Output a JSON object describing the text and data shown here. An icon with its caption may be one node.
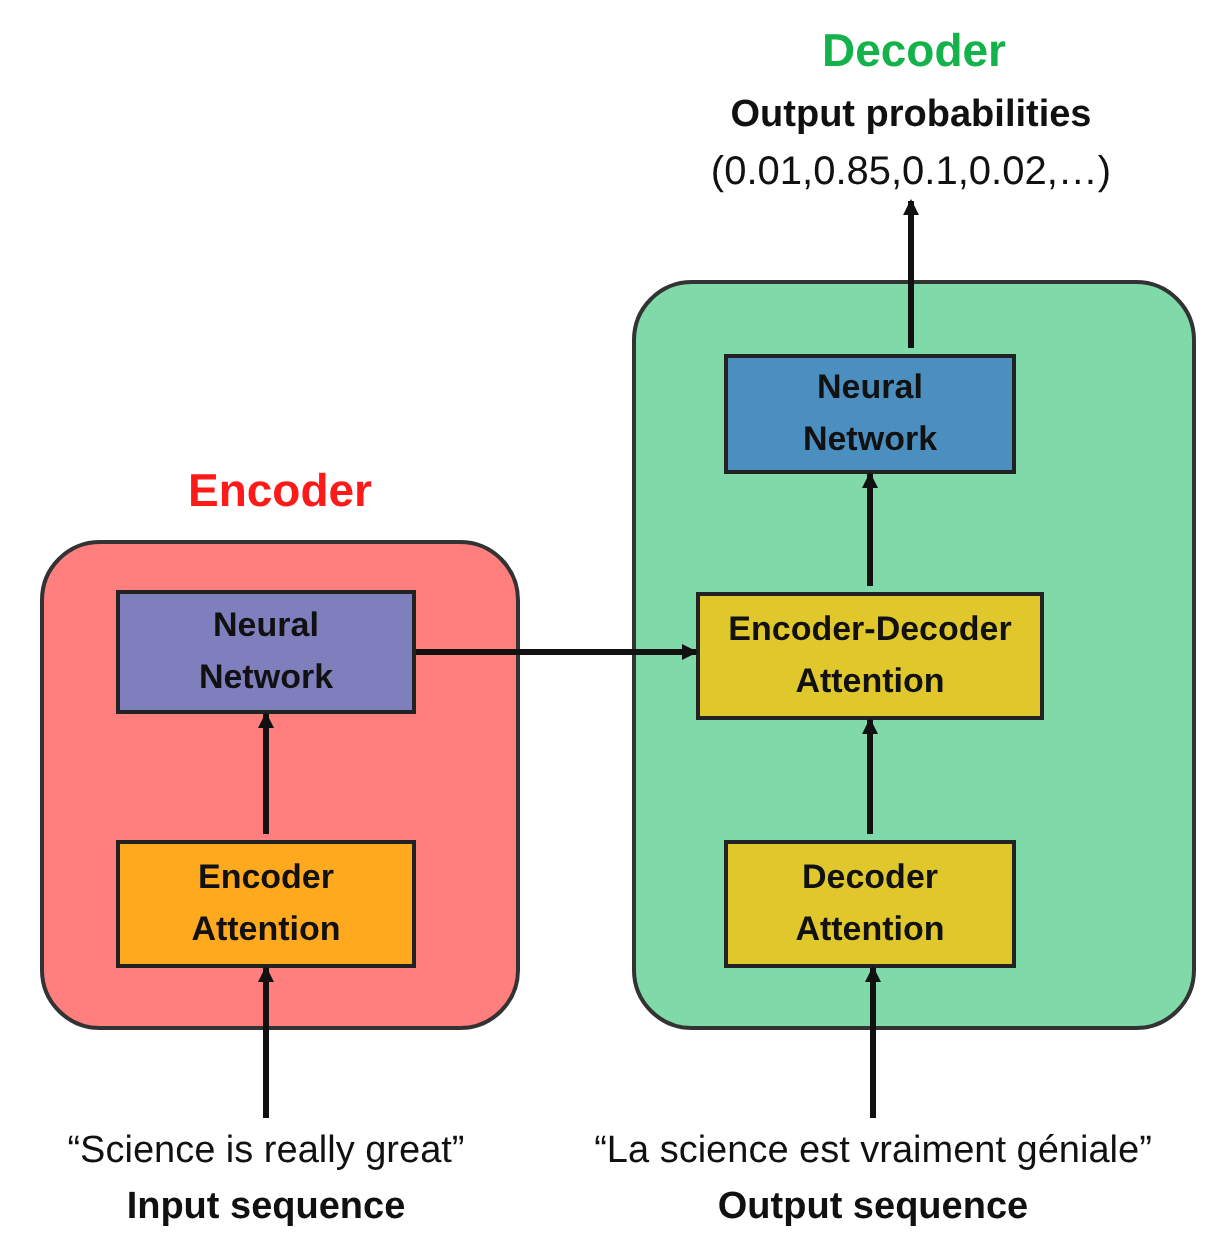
{
  "diagram": {
    "nodes": [
      {
        "text": [
          "Encoder"
        ]
      },
      {
        "text": [
          "Neural Network"
        ],
        "in": 0
      },
      {
        "text": [
          "Encoder Attention"
        ],
        "in": 0
      },
      {
        "text": [
          "Decoder"
        ]
      },
      {
        "text": [
          "Neural Network"
        ],
        "in": 3
      },
      {
        "text": [
          "Encoder-Decoder Attention"
        ],
        "in": 3
      },
      {
        "text": [
          "Decoder Attention"
        ],
        "in": 3
      },
      {
        "text": [
          "“Science is really great”",
          "Input sequence"
        ]
      },
      {
        "text": [
          "“La science est vraiment géniale”",
          "Output sequence"
        ]
      },
      {
        "text": [
          "Output probabilities",
          "(0.01,0.85,0.1,0.02,…)"
        ]
      }
    ],
    "edges": [
      {
        "from": 7,
        "to": 2,
        "arrow": "to"
      },
      {
        "from": 2,
        "to": 1,
        "arrow": "to"
      },
      {
        "from": 1,
        "to": 5,
        "arrow": "to"
      },
      {
        "from": 8,
        "to": 6,
        "arrow": "to"
      },
      {
        "from": 6,
        "to": 5,
        "arrow": "to"
      },
      {
        "from": 5,
        "to": 4,
        "arrow": "to"
      },
      {
        "from": 4,
        "to": 9,
        "arrow": "to"
      }
    ]
  }
}
